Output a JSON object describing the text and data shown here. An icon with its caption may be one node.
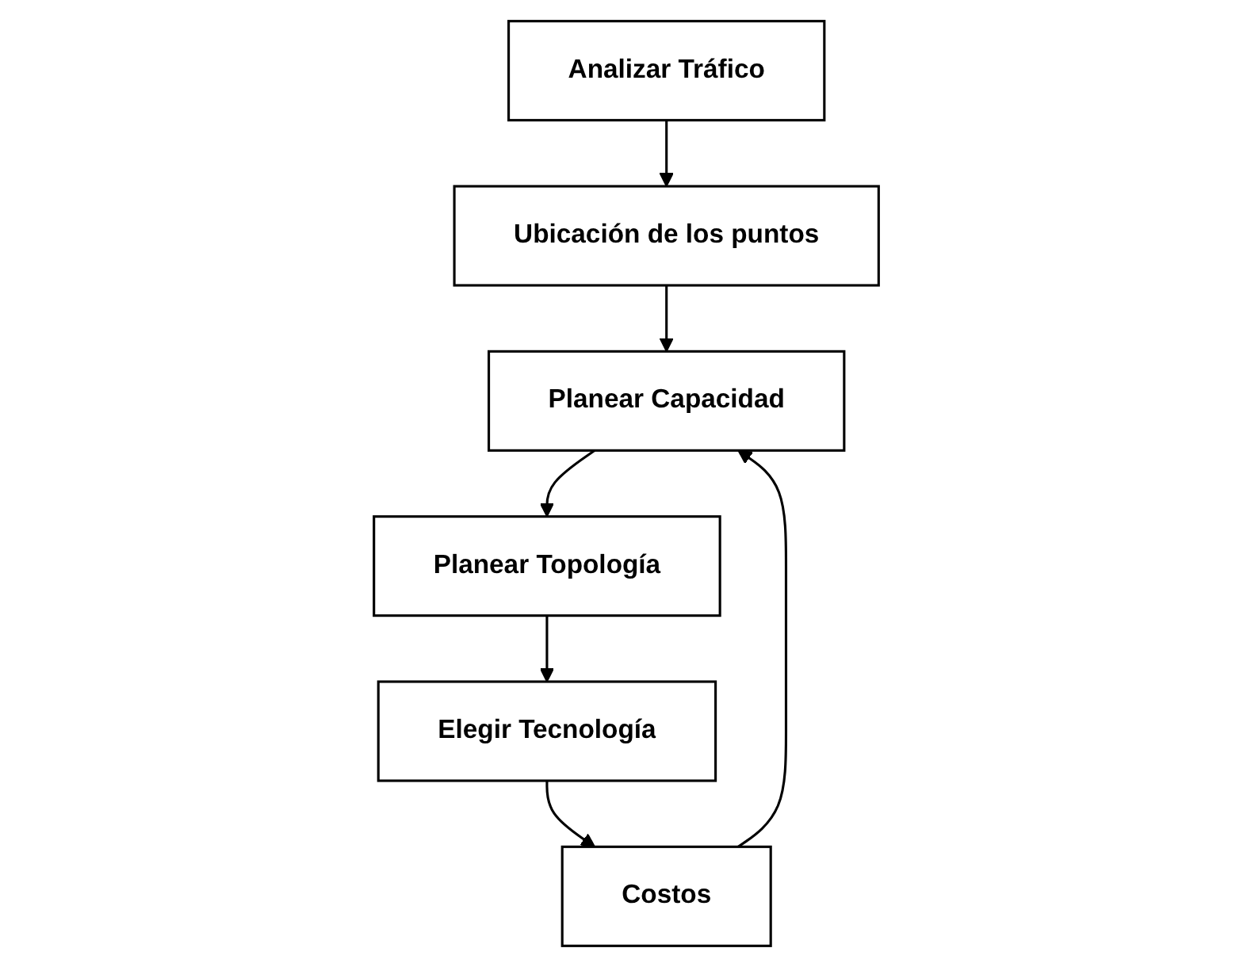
{
  "diagram": {
    "nodes": [
      {
        "text": [
          "Analizar Tráfico"
        ]
      },
      {
        "text": [
          "Ubicación de los puntos"
        ]
      },
      {
        "text": [
          "Planear Capacidad"
        ]
      },
      {
        "text": [
          "Planear Topología"
        ]
      },
      {
        "text": [
          "Elegir Tecnología"
        ]
      },
      {
        "text": [
          "Costos"
        ]
      }
    ],
    "edges": [
      {
        "from": 0,
        "to": 1,
        "arrow": "to"
      },
      {
        "from": 1,
        "to": 2,
        "arrow": "to"
      },
      {
        "from": 2,
        "to": 3,
        "arrow": "to"
      },
      {
        "from": 3,
        "to": 4,
        "arrow": "to"
      },
      {
        "from": 4,
        "to": 5,
        "arrow": "to"
      },
      {
        "from": 5,
        "to": 2,
        "arrow": "to"
      }
    ]
  }
}
